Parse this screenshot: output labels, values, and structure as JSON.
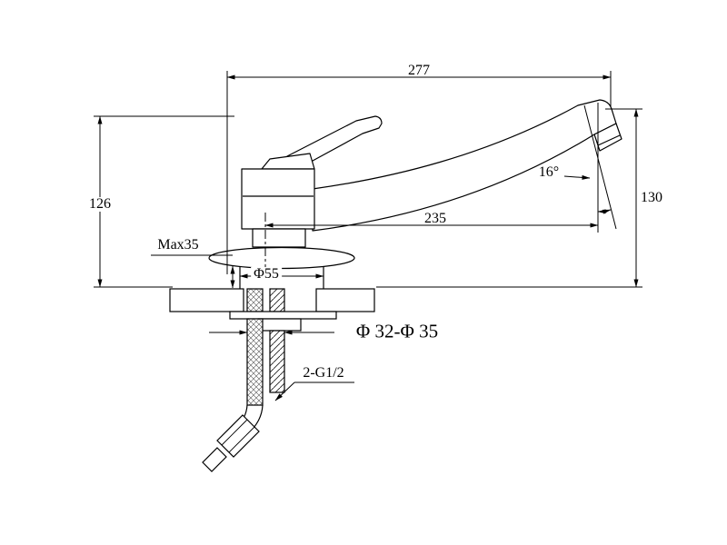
{
  "page": {
    "background_color": "#ffffff",
    "line_color": "#000000"
  },
  "drawing": {
    "type": "technical-drawing",
    "subject": "single-handle kitchen faucet side elevation with installation dimensions",
    "labels": {
      "overall_width": "277",
      "body_height": "126",
      "spout_height": "130",
      "spout_reach": "235",
      "aerator_angle": "16°",
      "max_deck_thickness": "Max35",
      "base_diameter": "Φ55",
      "mounting_hole_diameter": "Φ 32-Φ 35",
      "inlet_thread": "2-G1/2"
    }
  }
}
